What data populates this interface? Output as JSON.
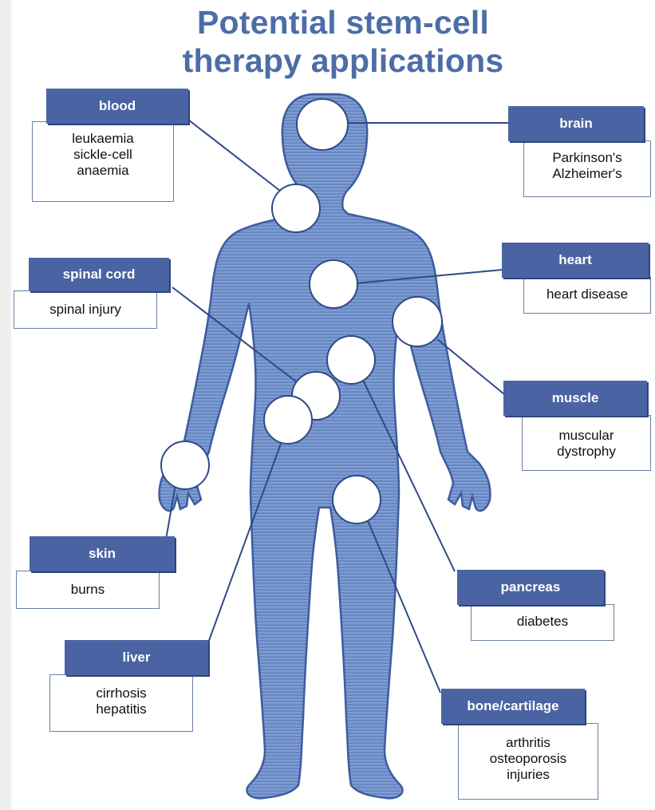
{
  "title": {
    "line1": "Potential stem-cell",
    "line2": "therapy applications"
  },
  "labels": {
    "blood": {
      "heading": "blood",
      "lines": [
        "leukaemia",
        "sickle-cell",
        "anaemia"
      ]
    },
    "brain": {
      "heading": "brain",
      "lines": [
        "Parkinson's",
        "Alzheimer's"
      ]
    },
    "spinal_cord": {
      "heading": "spinal cord",
      "lines": [
        "spinal injury"
      ]
    },
    "heart": {
      "heading": "heart",
      "lines": [
        "heart disease"
      ]
    },
    "muscle": {
      "heading": "muscle",
      "lines": [
        "muscular",
        "dystrophy"
      ]
    },
    "skin": {
      "heading": "skin",
      "lines": [
        "burns"
      ]
    },
    "pancreas": {
      "heading": "pancreas",
      "lines": [
        "diabetes"
      ]
    },
    "liver": {
      "heading": "liver",
      "lines": [
        "cirrhosis",
        "hepatitis"
      ]
    },
    "bone_cartilage": {
      "heading": "bone/cartilage",
      "lines": [
        "arthritis",
        "osteoporosis",
        "injuries"
      ]
    }
  },
  "colors": {
    "title": "#4d6da8",
    "header_fill": "#4a64a3",
    "body_silhouette": "#6f8fc8",
    "connector": "#2f4a86",
    "target_circle": "#ffffff"
  }
}
